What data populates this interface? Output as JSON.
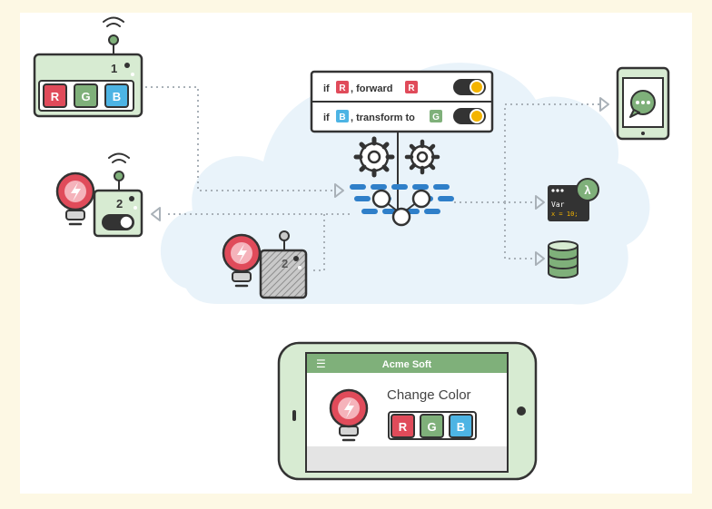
{
  "colors": {
    "background": "#fdf8e4",
    "panel": "#ffffff",
    "cloud": "#e9f3fa",
    "outline": "#333333",
    "device_green": "#d7ebd2",
    "device_dark_green": "#7fb07a",
    "red": "#e04b5a",
    "green": "#7fb07a",
    "blue": "#4db4e4",
    "hub_blue": "#2f7fc9",
    "dotted": "#a9b1b8",
    "toggle_knob": "#f4b400"
  },
  "device1": {
    "number": "1",
    "buttons": [
      {
        "label": "R",
        "color": "#e04b5a"
      },
      {
        "label": "G",
        "color": "#7fb07a"
      },
      {
        "label": "B",
        "color": "#4db4e4"
      }
    ]
  },
  "device2": {
    "number": "2"
  },
  "device2_virtual": {
    "number": "2"
  },
  "rules": [
    {
      "prefix": "if",
      "tag": "R",
      "tag_color": "#e04b5a",
      "action": ", forward",
      "target": "R",
      "target_color": "#e04b5a"
    },
    {
      "prefix": "if",
      "tag": "B",
      "tag_color": "#4db4e4",
      "action": ", transform to",
      "target": "G",
      "target_color": "#7fb07a"
    }
  ],
  "lambda": {
    "symbol": "λ",
    "code_line1": "Var",
    "code_line2": "x = 10;"
  },
  "app": {
    "title": "Acme Soft",
    "menu_icon": "☰",
    "heading": "Change Color",
    "buttons": [
      {
        "label": "R",
        "color": "#e04b5a"
      },
      {
        "label": "G",
        "color": "#7fb07a"
      },
      {
        "label": "B",
        "color": "#4db4e4"
      }
    ]
  },
  "icons": [
    "wifi-icon",
    "gear-icon",
    "chat-icon",
    "lambda-icon",
    "database-icon",
    "lightning-icon",
    "menu-icon"
  ]
}
